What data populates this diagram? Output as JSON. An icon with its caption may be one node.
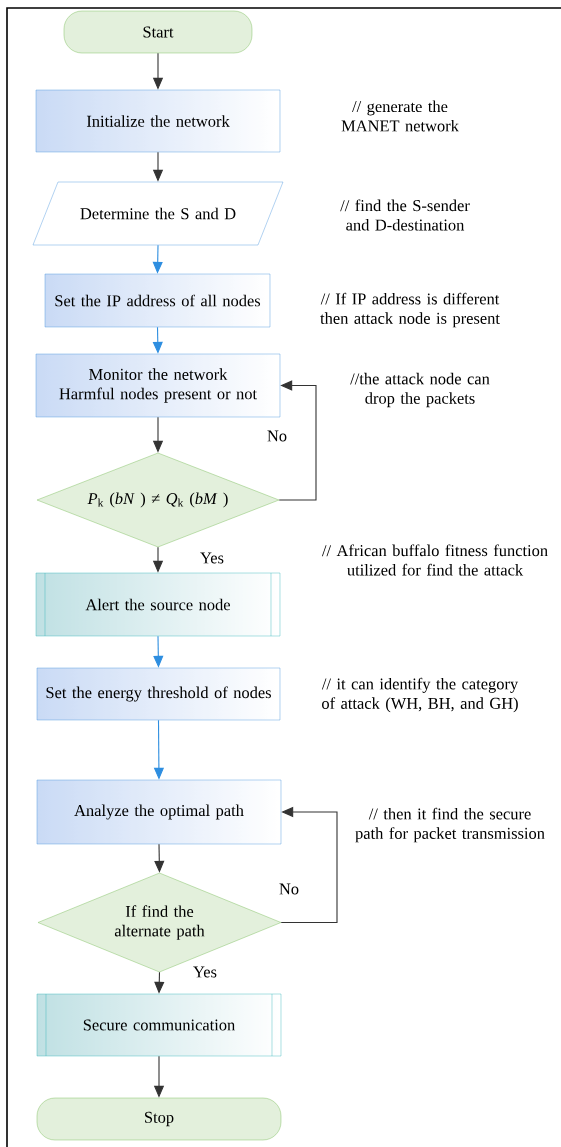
{
  "diagram": {
    "nodes": [
      {
        "text": [
          "Start"
        ]
      },
      {
        "text": [
          "Initialize the network"
        ]
      },
      {
        "text": [
          "Determine the S and D"
        ]
      },
      {
        "text": [
          "Set the IP address of all nodes"
        ]
      },
      {
        "text": [
          "Monitor the network",
          "Harmful nodes present or not"
        ]
      },
      {
        "text": [
          "*P*$_{k}$ (*bN* ) ≠ *Q*$_{k}$ (*bM* )"
        ]
      },
      {
        "text": [
          "Alert the source node"
        ]
      },
      {
        "text": [
          "Set the energy threshold of nodes"
        ]
      },
      {
        "text": [
          "Analyze the optimal path"
        ]
      },
      {
        "text": [
          "If find the alternate path"
        ]
      },
      {
        "text": [
          "Secure communication"
        ]
      },
      {
        "text": [
          "Stop"
        ]
      }
    ],
    "edges": [
      {
        "from": 0,
        "to": 1,
        "arrow": "to"
      },
      {
        "from": 1,
        "to": 2,
        "arrow": "to"
      },
      {
        "from": 2,
        "to": 3,
        "arrow": "to",
        "color": "#2e8ee0"
      },
      {
        "from": 3,
        "to": 4,
        "arrow": "to",
        "color": "#2e8ee0"
      },
      {
        "from": 4,
        "to": 5,
        "arrow": "to"
      },
      {
        "from": 5,
        "to": 4,
        "arrow": "to",
        "label": "No"
      },
      {
        "from": 5,
        "to": 6,
        "arrow": "to",
        "label": "Yes"
      },
      {
        "from": 6,
        "to": 7,
        "arrow": "to",
        "color": "#2e8ee0"
      },
      {
        "from": 7,
        "to": 8,
        "arrow": "to",
        "color": "#2e8ee0"
      },
      {
        "from": 8,
        "to": 9,
        "arrow": "to"
      },
      {
        "from": 9,
        "to": 8,
        "arrow": "to",
        "label": "No"
      },
      {
        "from": 9,
        "to": 10,
        "arrow": "to",
        "label": "Yes"
      },
      {
        "from": 10,
        "to": 11,
        "arrow": "to"
      }
    ],
    "labels": [
      "// generate the MANET network",
      "// find the S-sender and D-destination",
      "// If IP address is different then attack node is present",
      "//the attack node can drop the packets",
      "// African buffalo fitness function utilized for find the attack",
      "// it can identify the category of attack (WH, BH, and GH)",
      "// then it find the secure path for packet transmission"
    ]
  }
}
